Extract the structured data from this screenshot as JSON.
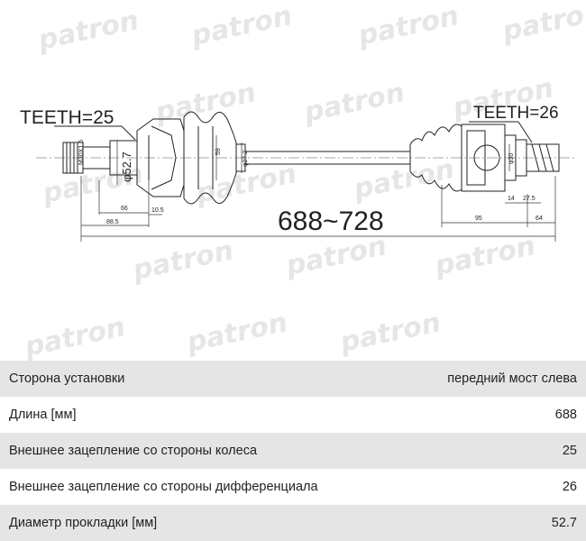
{
  "drawing": {
    "watermark": "patron",
    "teeth_left": "TEETH=25",
    "teeth_right": "TEETH=26",
    "length_range": "688~728",
    "dims": {
      "m30x1_5": "M30X1.5",
      "d52_7": "φ52.7",
      "d59": "59",
      "d27_2": "φ27.2",
      "d30": "φ30",
      "d66": "66",
      "d10_5": "10.5",
      "d88_5": "88.5",
      "d95": "95",
      "d14": "14",
      "d27_5": "27.5",
      "d64": "64"
    }
  },
  "specs": [
    {
      "label": "Сторона установки",
      "value": "передний мост слева"
    },
    {
      "label": "Длина [мм]",
      "value": "688"
    },
    {
      "label": "Внешнее зацепление со стороны колеса",
      "value": "25"
    },
    {
      "label": "Внешнее зацепление со стороны дифференциала",
      "value": "26"
    },
    {
      "label": "Диаметр прокладки [мм]",
      "value": "52.7"
    }
  ]
}
